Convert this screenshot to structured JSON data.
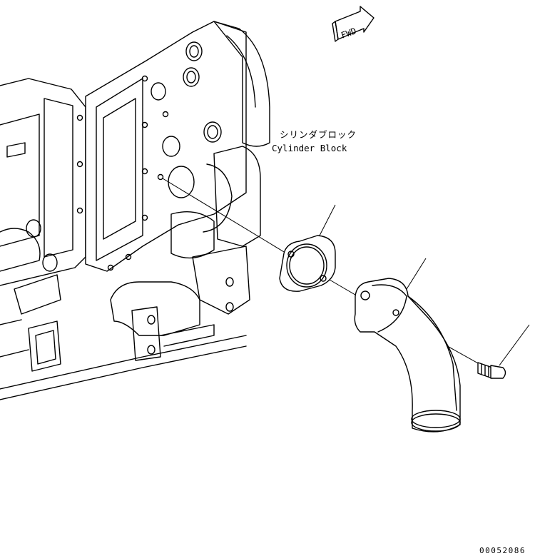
{
  "direction_marker": {
    "label": "FWD"
  },
  "callouts": {
    "cylinder_block_jp": "シリンダブロック",
    "cylinder_block_en": "Cylinder Block"
  },
  "drawing_number": "00052086"
}
